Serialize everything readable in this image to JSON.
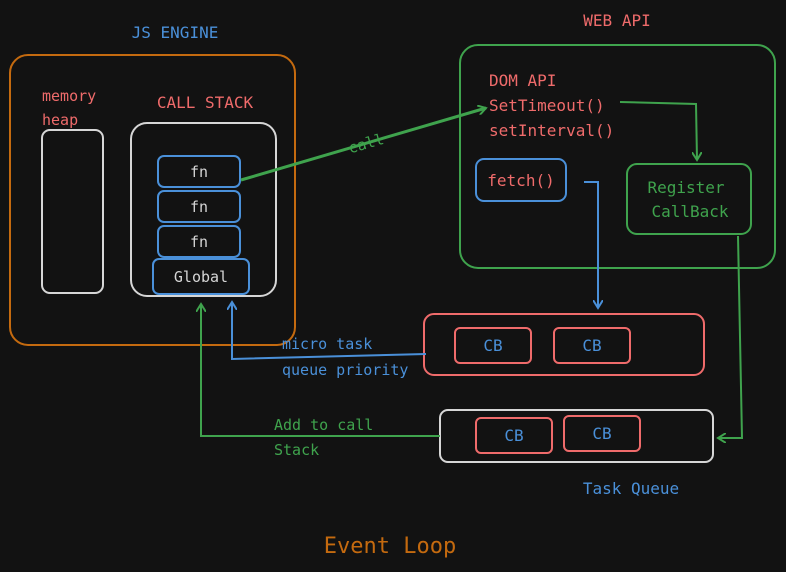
{
  "js_engine": {
    "title": "JS ENGINE",
    "memory_heap_line1": "memory",
    "memory_heap_line2": "heap",
    "call_stack_title": "CALL STACK",
    "frames": [
      "fn",
      "fn",
      "fn",
      "Global"
    ]
  },
  "web_api": {
    "title": "WEB API",
    "dom_api": "DOM API",
    "set_timeout": "SetTimeout()",
    "set_interval": "setInterval()",
    "fetch": "fetch()",
    "register_line1": "Register",
    "register_line2": "CallBack"
  },
  "microtask_queue": {
    "items": [
      "CB",
      "CB"
    ],
    "label_line1": "micro task",
    "label_line2": "queue priority"
  },
  "task_queue": {
    "items": [
      "CB",
      "CB"
    ],
    "title": "Task Queue"
  },
  "arrows": {
    "call": "call",
    "add_line1": "Add to call",
    "add_line2": "Stack"
  },
  "footer": {
    "title": "Event Loop"
  },
  "colors": {
    "background": "#121212",
    "orange": "#c46a0f",
    "green": "#3fa34d",
    "blue": "#4a90d9",
    "pink": "#ef6b6b",
    "white": "#d6d6d6"
  }
}
